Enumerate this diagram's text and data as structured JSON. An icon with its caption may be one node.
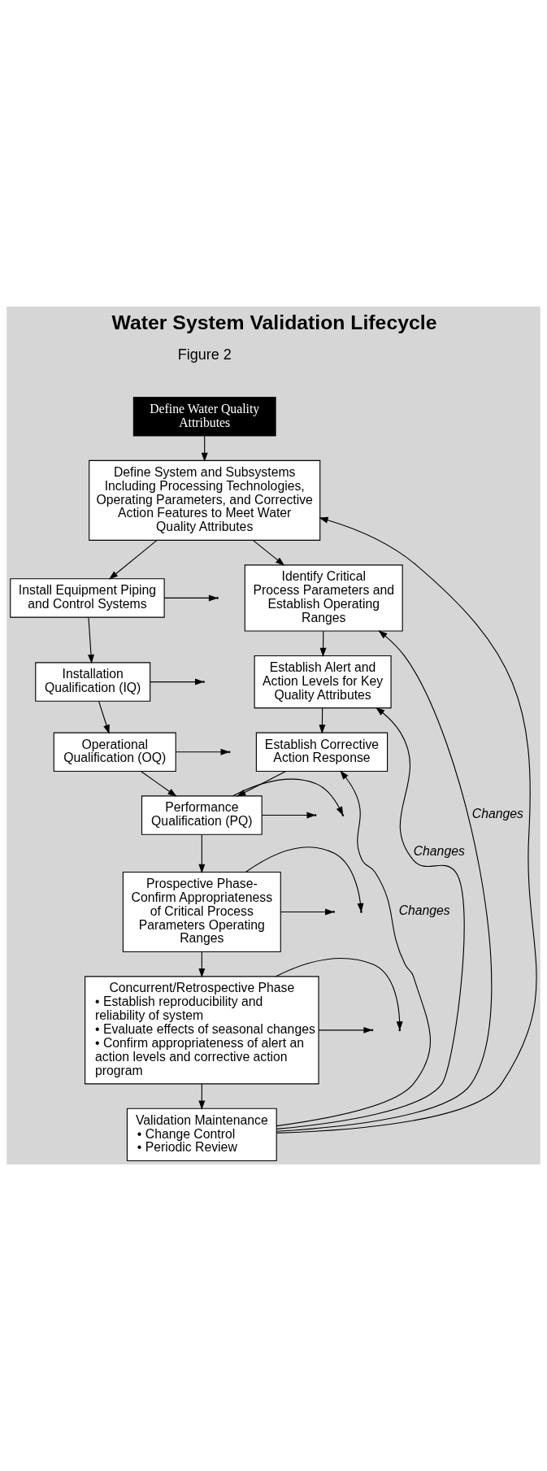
{
  "diagram": {
    "title": "Water System Validation Lifecycle",
    "nodes": [
      {
        "text": [
          "Define Water Quality Attributes"
        ]
      },
      {
        "text": [
          "Define System and Subsystems Including Processing Technologies, Operating Parameters, and Corrective Action Features to Meet Water Quality Attributes"
        ]
      },
      {
        "text": [
          "Install Equipment Piping and Control Systems"
        ]
      },
      {
        "text": [
          "Installation Qualification (IQ)"
        ]
      },
      {
        "text": [
          "Operational Qualification (OQ)"
        ]
      },
      {
        "text": [
          "Identify Critical Process Parameters and Establish Operating Ranges"
        ]
      },
      {
        "text": [
          "Establish Alert and Action Levels for Key Quality Attributes"
        ]
      },
      {
        "text": [
          "Establish Corrective Action Response"
        ]
      },
      {
        "text": [
          "Performance Qualification (PQ)"
        ]
      },
      {
        "text": [
          "Prospective Phase-Confirm Appropriateness of Critical Process Parameters Operating Ranges"
        ]
      },
      {
        "text": [
          "Concurrent/Retrospective Phase",
          "• Establish reproducibility and reliability of system",
          "• Evaluate effects of seasonal changes",
          "• Confirm appropriateness of alert an action levels and corrective action program"
        ]
      },
      {
        "text": [
          "Validation Maintenance",
          "• Change Control",
          "• Periodic Review"
        ]
      }
    ],
    "edges": [
      {
        "from": 0,
        "to": 1,
        "arrow": "to"
      },
      {
        "from": 1,
        "to": 2,
        "arrow": "to"
      },
      {
        "from": 1,
        "to": 5,
        "arrow": "to"
      },
      {
        "from": 2,
        "to": 3,
        "arrow": "to"
      },
      {
        "from": 5,
        "to": 6,
        "arrow": "to"
      },
      {
        "from": 3,
        "to": 4,
        "arrow": "to"
      },
      {
        "from": 6,
        "to": 7,
        "arrow": "to"
      },
      {
        "from": 4,
        "to": 8,
        "arrow": "to"
      },
      {
        "from": 7,
        "to": 8,
        "arrow": "to"
      },
      {
        "from": 8,
        "to": 9,
        "arrow": "to"
      },
      {
        "from": 9,
        "to": 10,
        "arrow": "to"
      },
      {
        "from": 10,
        "to": 11,
        "arrow": "to"
      },
      {
        "from": 11,
        "to": 1,
        "arrow": "to"
      },
      {
        "from": 11,
        "to": 5,
        "arrow": "to",
        "label": "Changes"
      },
      {
        "from": 11,
        "to": 6,
        "arrow": "to",
        "label": "Changes"
      },
      {
        "from": 11,
        "to": 7,
        "arrow": "to",
        "label": "Changes"
      },
      {
        "from": 2,
        "to": null,
        "arrow": "to"
      },
      {
        "from": 3,
        "to": null,
        "arrow": "to"
      },
      {
        "from": 4,
        "to": null,
        "arrow": "to"
      },
      {
        "from": 8,
        "to": null,
        "arrow": "to"
      },
      {
        "from": 8,
        "to": null,
        "arrow": "to"
      },
      {
        "from": 9,
        "to": null,
        "arrow": "to"
      },
      {
        "from": 9,
        "to": null,
        "arrow": "to"
      },
      {
        "from": 10,
        "to": null,
        "arrow": "to"
      },
      {
        "from": 10,
        "to": null,
        "arrow": "to"
      }
    ],
    "labels": [
      "Figure 2"
    ]
  }
}
